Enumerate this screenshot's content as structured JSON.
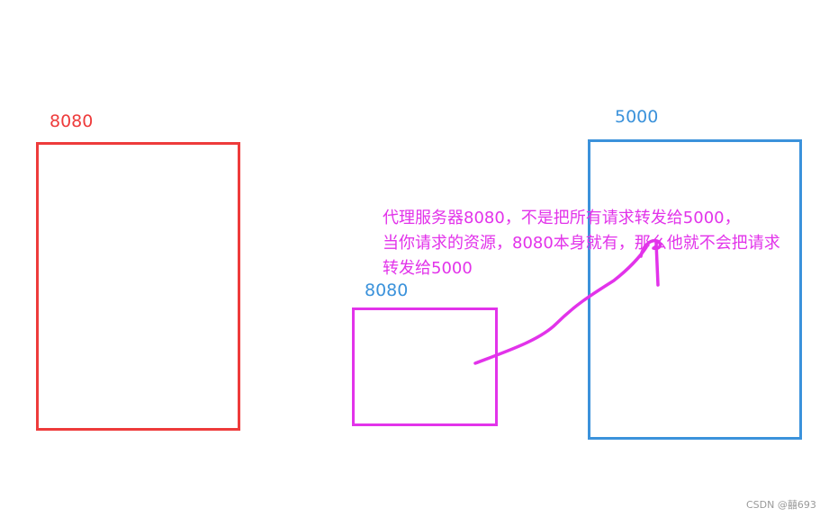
{
  "server_left": {
    "label": "8080",
    "color": "#ee3b3b"
  },
  "server_proxy": {
    "label": "8080",
    "color": "#e233ea"
  },
  "server_target": {
    "label": "5000",
    "color": "#3b92db"
  },
  "annotation": {
    "color": "#e233ea",
    "lines": [
      "代理服务器8080，不是把所有请求转发给5000，",
      "当你请求的资源，8080本身就有，那么他就不会把请求",
      "转发给5000"
    ]
  },
  "watermark": "CSDN @囍693"
}
